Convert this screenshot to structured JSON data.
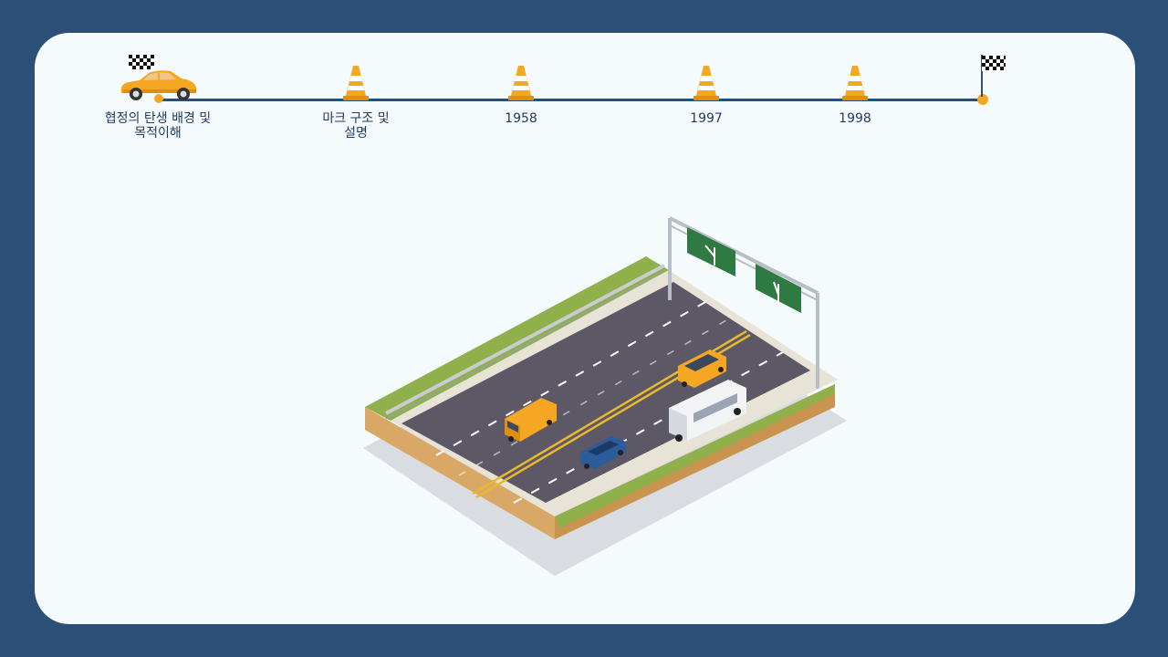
{
  "timeline": {
    "milestones": [
      {
        "label": "협정의 탄생 배경 및\n목적이해",
        "icon": "car-with-flag-icon"
      },
      {
        "label": "마크 구조 및\n설명",
        "icon": "traffic-cone-icon"
      },
      {
        "label": "1958",
        "icon": "traffic-cone-icon"
      },
      {
        "label": "1997",
        "icon": "traffic-cone-icon"
      },
      {
        "label": "1998",
        "icon": "traffic-cone-icon"
      }
    ],
    "end_icon": "checkered-flag-icon"
  },
  "colors": {
    "background": "#2c4f78",
    "panel": "#f5fafd",
    "accent": "#f5a623",
    "text": "#1f3a5f"
  },
  "illustration": "isometric-highway"
}
